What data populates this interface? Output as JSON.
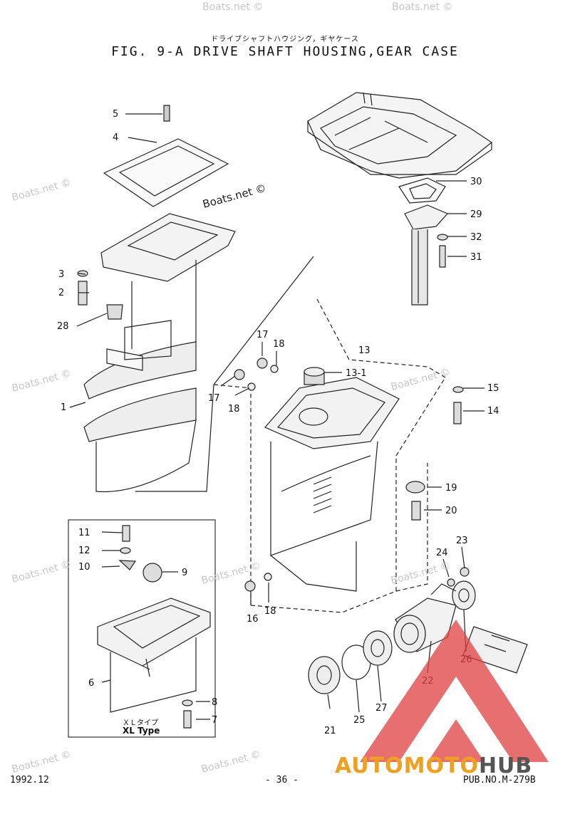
{
  "header": {
    "title_jp": "ドライブシャフトハウジング，ギヤケース",
    "title": "FIG.  9-A DRIVE SHAFT HOUSING,GEAR CASE"
  },
  "callouts": {
    "c1": "1",
    "c2": "2",
    "c3": "3",
    "c4": "4",
    "c5": "5",
    "c6": "6",
    "c7": "7",
    "c8": "8",
    "c9": "9",
    "c10": "10",
    "c11": "11",
    "c12": "12",
    "c13": "13",
    "c13_1": "13-1",
    "c14": "14",
    "c15": "15",
    "c16": "16",
    "c17a": "17",
    "c17b": "17",
    "c18a": "18",
    "c18b": "18",
    "c18c": "18",
    "c19": "19",
    "c20": "20",
    "c21": "21",
    "c22": "22",
    "c23": "23",
    "c24": "24",
    "c25": "25",
    "c26": "26",
    "c27": "27",
    "c28": "28",
    "c29": "29",
    "c30": "30",
    "c31": "31",
    "c32": "32"
  },
  "xl_type": {
    "jp": "ＸＬタイプ",
    "en": "XL Type"
  },
  "watermarks": {
    "w1": "Boats.net ©",
    "w2": "Boats.net ©",
    "w3": "Boats.net ©",
    "w4": "Boats.net ©",
    "w5": "Boats.net ©",
    "w6": "Boats.net ©",
    "w7": "Boats.net ©",
    "w8": "Boats.net ©",
    "w9": "Boats.net ©",
    "w10": "Boats.net ©",
    "center": "Boats.net ©"
  },
  "footer": {
    "date": "1992.12",
    "page": "- 36 -",
    "pub": "PUB.NO.M-279B"
  },
  "brand": {
    "part1": "AUTOMOTO",
    "part2": "HUB",
    "accent": "#f0a020",
    "logo_red": "#e04040"
  }
}
